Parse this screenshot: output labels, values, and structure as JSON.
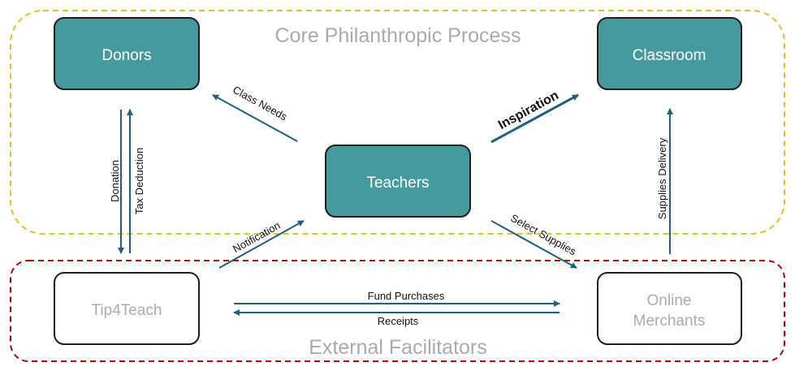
{
  "regions": {
    "core": {
      "label": "Core Philanthropic Process",
      "color": "#e8c020"
    },
    "external": {
      "label": "External Facilitators",
      "color": "#c00000"
    }
  },
  "nodes": {
    "donors": {
      "label": "Donors"
    },
    "classroom": {
      "label": "Classroom"
    },
    "teachers": {
      "label": "Teachers"
    },
    "tip4teach": {
      "label": "Tip4Teach"
    },
    "merchants": {
      "line1": "Online",
      "line2": "Merchants"
    }
  },
  "edges": {
    "class_needs": "Class Needs",
    "inspiration": "Inspiration",
    "donation": "Donation",
    "tax_deduction": "Tax Deduction",
    "supplies_delivery": "Supplies Delivery",
    "notification": "Notification",
    "select_supplies": "Select Supplies",
    "fund_purchases": "Fund Purchases",
    "receipts": "Receipts"
  },
  "colors": {
    "node_fill": "#449a9d",
    "node_text": "#ffffff",
    "muted_text": "#aaaaaa",
    "arrow": "#1f5f7f"
  }
}
